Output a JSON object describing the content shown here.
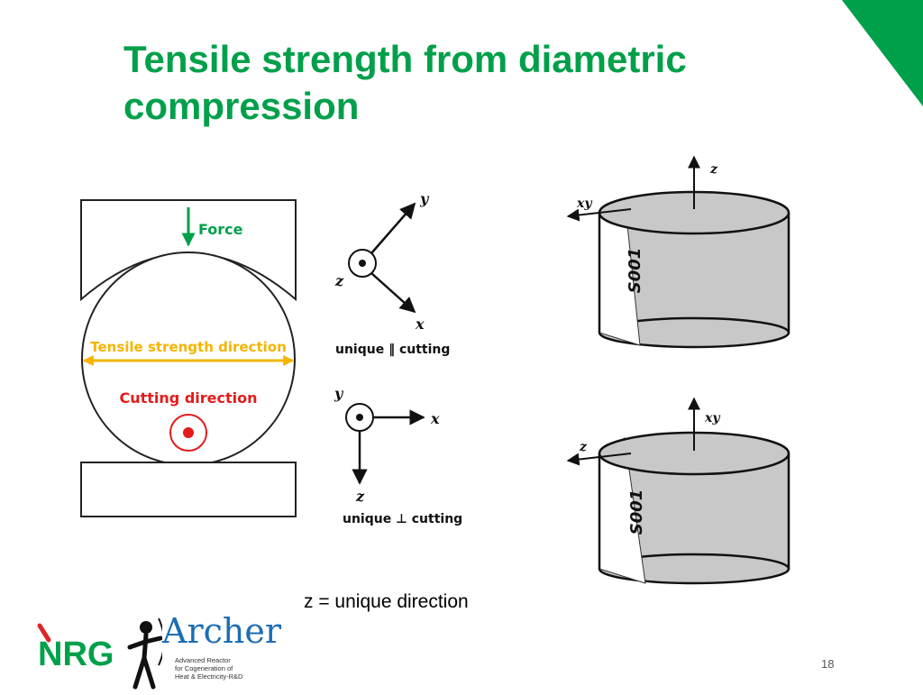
{
  "slide": {
    "title_lines": [
      "Tensile strength from diametric",
      "compression"
    ],
    "caption": "z = unique direction",
    "page_number": "18",
    "accent_color": "#00a04a"
  },
  "left_figure": {
    "force_label": "Force",
    "tensile_label": "Tensile strength direction",
    "cutting_label": "Cutting direction",
    "force_color": "#00a04a",
    "tensile_color": "#f5b400",
    "cutting_color": "#e31b1b"
  },
  "axes_top": {
    "y": "y",
    "x": "x",
    "z": "z",
    "label": "unique ‖ cutting"
  },
  "axes_bottom": {
    "y": "y",
    "x": "x",
    "z": "z",
    "label": "unique ⊥ cutting"
  },
  "cylinder_top": {
    "vertical_axis": "z",
    "side_axis": "xy",
    "engraving": "S001"
  },
  "cylinder_bottom": {
    "vertical_axis": "xy",
    "side_axis": "z",
    "engraving": "S001"
  },
  "logos": {
    "nrg": "NRG",
    "archer": "Archer",
    "archer_tagline": [
      "Advanced Reactor",
      "for Cogeneration of",
      "Heat & Electricity-R&D"
    ]
  }
}
